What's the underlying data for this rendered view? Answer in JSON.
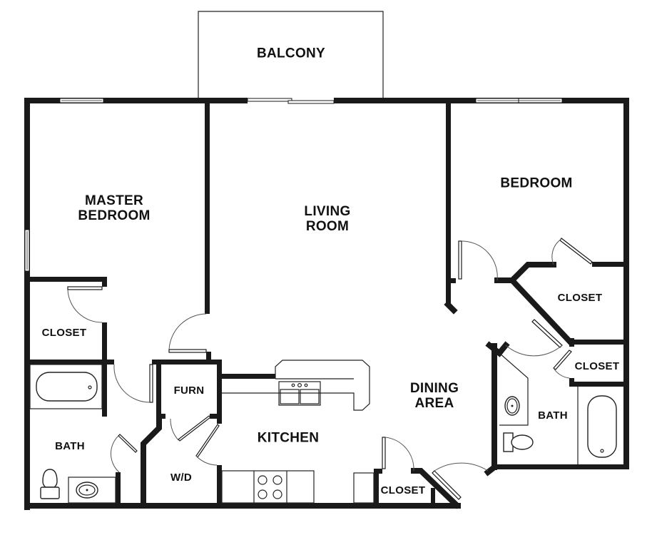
{
  "floorplan": {
    "rooms": {
      "balcony": {
        "label": "BALCONY"
      },
      "master_bedroom": {
        "label_line1": "MASTER",
        "label_line2": "BEDROOM"
      },
      "living_room": {
        "label_line1": "LIVING",
        "label_line2": "ROOM"
      },
      "bedroom": {
        "label": "BEDROOM"
      },
      "bedroom_closet": {
        "label": "CLOSET"
      },
      "master_closet": {
        "label": "CLOSET"
      },
      "hall_closet_right": {
        "label": "CLOSET"
      },
      "furnace": {
        "label": "FURN"
      },
      "kitchen": {
        "label": "KITCHEN"
      },
      "dining_area": {
        "label_line1": "DINING",
        "label_line2": "AREA"
      },
      "master_bath": {
        "label": "BATH"
      },
      "second_bath": {
        "label": "BATH"
      },
      "washer_dryer": {
        "label": "W/D"
      },
      "entry_closet": {
        "label": "CLOSET"
      }
    },
    "colors": {
      "wall": "#1a1a1a",
      "background": "#ffffff",
      "fixture_line": "#222222"
    }
  }
}
